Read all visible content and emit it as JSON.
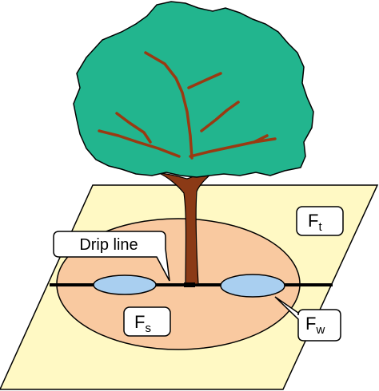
{
  "labels": {
    "drip_line": "Drip line",
    "ft": {
      "main": "F",
      "sub": "t"
    },
    "fs": {
      "main": "F",
      "sub": "s"
    },
    "fw": {
      "main": "F",
      "sub": "w"
    }
  },
  "colors": {
    "field": "#FFF9C4",
    "root_zone": "#F9C9A0",
    "canopy": "#22B58E",
    "trunk": "#8B3A16",
    "branches": "#9A3A12",
    "wet_zone": "#A9CFF0",
    "drip_line": "#000000",
    "outline": "#000000"
  }
}
